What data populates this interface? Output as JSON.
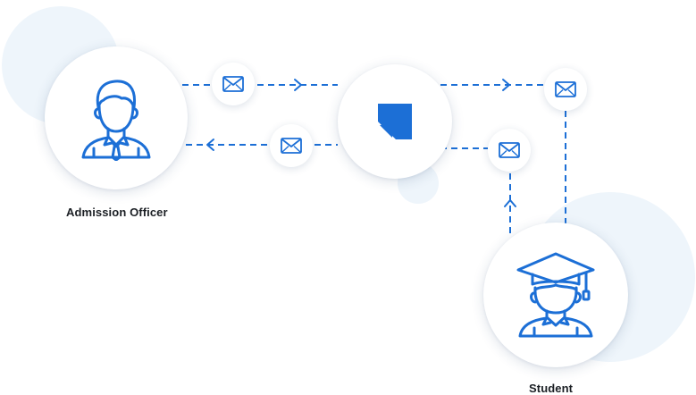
{
  "diagram": {
    "nodes": {
      "admission_officer": {
        "label": "Admission Officer",
        "icon": "officer-icon"
      },
      "hub": {
        "icon": "platform-logo-icon"
      },
      "student": {
        "label": "Student",
        "icon": "graduate-icon"
      }
    },
    "flows": [
      {
        "from": "admission_officer",
        "to": "hub",
        "icon": "envelope-icon"
      },
      {
        "from": "hub",
        "to": "student",
        "icon": "envelope-icon"
      },
      {
        "from": "student",
        "to": "hub",
        "icon": "envelope-icon"
      },
      {
        "from": "hub",
        "to": "admission_officer",
        "icon": "envelope-icon"
      }
    ],
    "colors": {
      "accent": "#1c6fd6",
      "background_blob": "#eef5fb",
      "label_text": "#1b1f24"
    }
  }
}
